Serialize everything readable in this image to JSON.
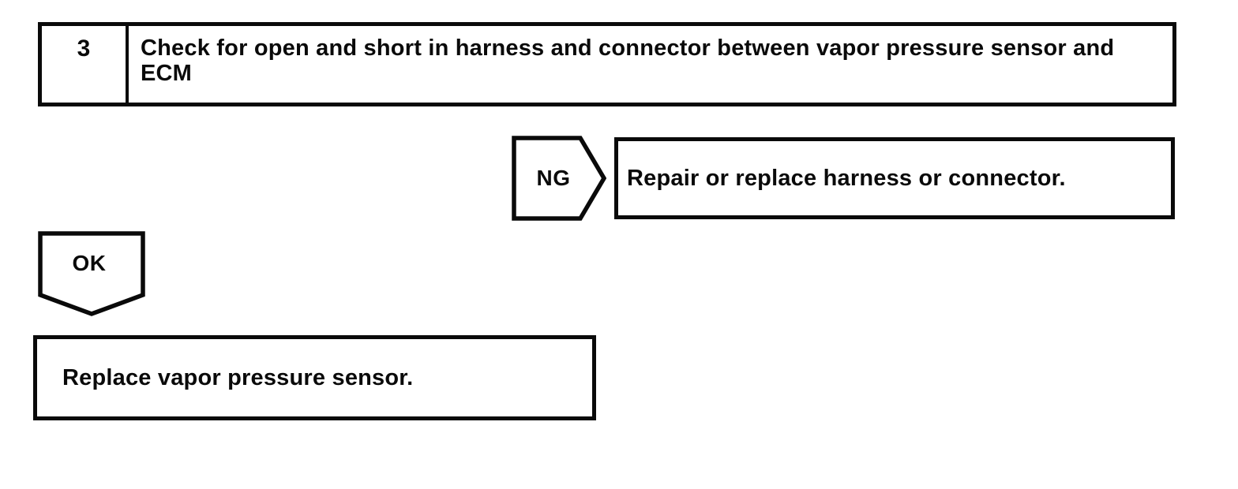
{
  "step": {
    "number": "3",
    "title": "Check for open and short in harness and connector between vapor pressure sensor and ECM"
  },
  "ng": {
    "label": "NG",
    "action": "Repair or replace harness or connector."
  },
  "ok": {
    "label": "OK",
    "action": "Replace vapor pressure sensor."
  },
  "colors": {
    "ink": "#0a0a0a",
    "paper": "#ffffff"
  }
}
